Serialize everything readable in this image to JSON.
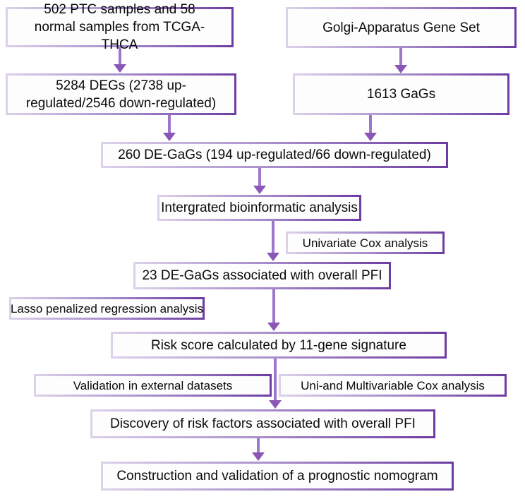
{
  "figure": {
    "kind": "flowchart",
    "colors": {
      "background": "#ffffff",
      "box_fill": "#fdfdfe",
      "border_gradient_left": "#dcd2ea",
      "border_gradient_right": "#6d3ba1",
      "arrow_stem": "#9e77cc",
      "arrow_head": "#8a57b7",
      "text": "#0a0a0a"
    }
  },
  "nodes": [
    {
      "id": "tcga",
      "label": "502 PTC samples and 58 normal samples from TCGA-THCA"
    },
    {
      "id": "golgi",
      "label": "Golgi-Apparatus Gene Set"
    },
    {
      "id": "degs",
      "label": "5284 DEGs (2738 up-regulated/2546 down-regulated)"
    },
    {
      "id": "gags",
      "label": "1613 GaGs"
    },
    {
      "id": "degags",
      "label": "260 DE-GaGs (194 up-regulated/66 down-regulated)"
    },
    {
      "id": "integrated",
      "label": "Intergrated bioinformatic analysis"
    },
    {
      "id": "univariate",
      "label": "Univariate Cox analysis"
    },
    {
      "id": "pfi23",
      "label": "23 DE-GaGs associated with overall PFI"
    },
    {
      "id": "lasso",
      "label": "Lasso penalized regression analysis"
    },
    {
      "id": "risk",
      "label": "Risk score calculated by 11-gene signature"
    },
    {
      "id": "validation",
      "label": "Validation in external datasets"
    },
    {
      "id": "unimulti",
      "label": "Uni-and Multivariable Cox analysis"
    },
    {
      "id": "discovery",
      "label": "Discovery of risk factors associated with overall PFI"
    },
    {
      "id": "nomogram",
      "label": "Construction and validation of a prognostic nomogram"
    }
  ],
  "edges": [
    {
      "from": "tcga",
      "to": "degs"
    },
    {
      "from": "golgi",
      "to": "gags"
    },
    {
      "from": "degs",
      "to": "degags"
    },
    {
      "from": "gags",
      "to": "degags"
    },
    {
      "from": "degags",
      "to": "integrated"
    },
    {
      "from": "integrated",
      "to": "pfi23",
      "annotation": "Univariate Cox analysis"
    },
    {
      "from": "pfi23",
      "to": "risk",
      "annotation": "Lasso penalized regression analysis"
    },
    {
      "from": "risk",
      "to": "discovery",
      "annotation": "Validation in external datasets / Uni-and Multivariable Cox analysis"
    },
    {
      "from": "discovery",
      "to": "nomogram"
    }
  ]
}
